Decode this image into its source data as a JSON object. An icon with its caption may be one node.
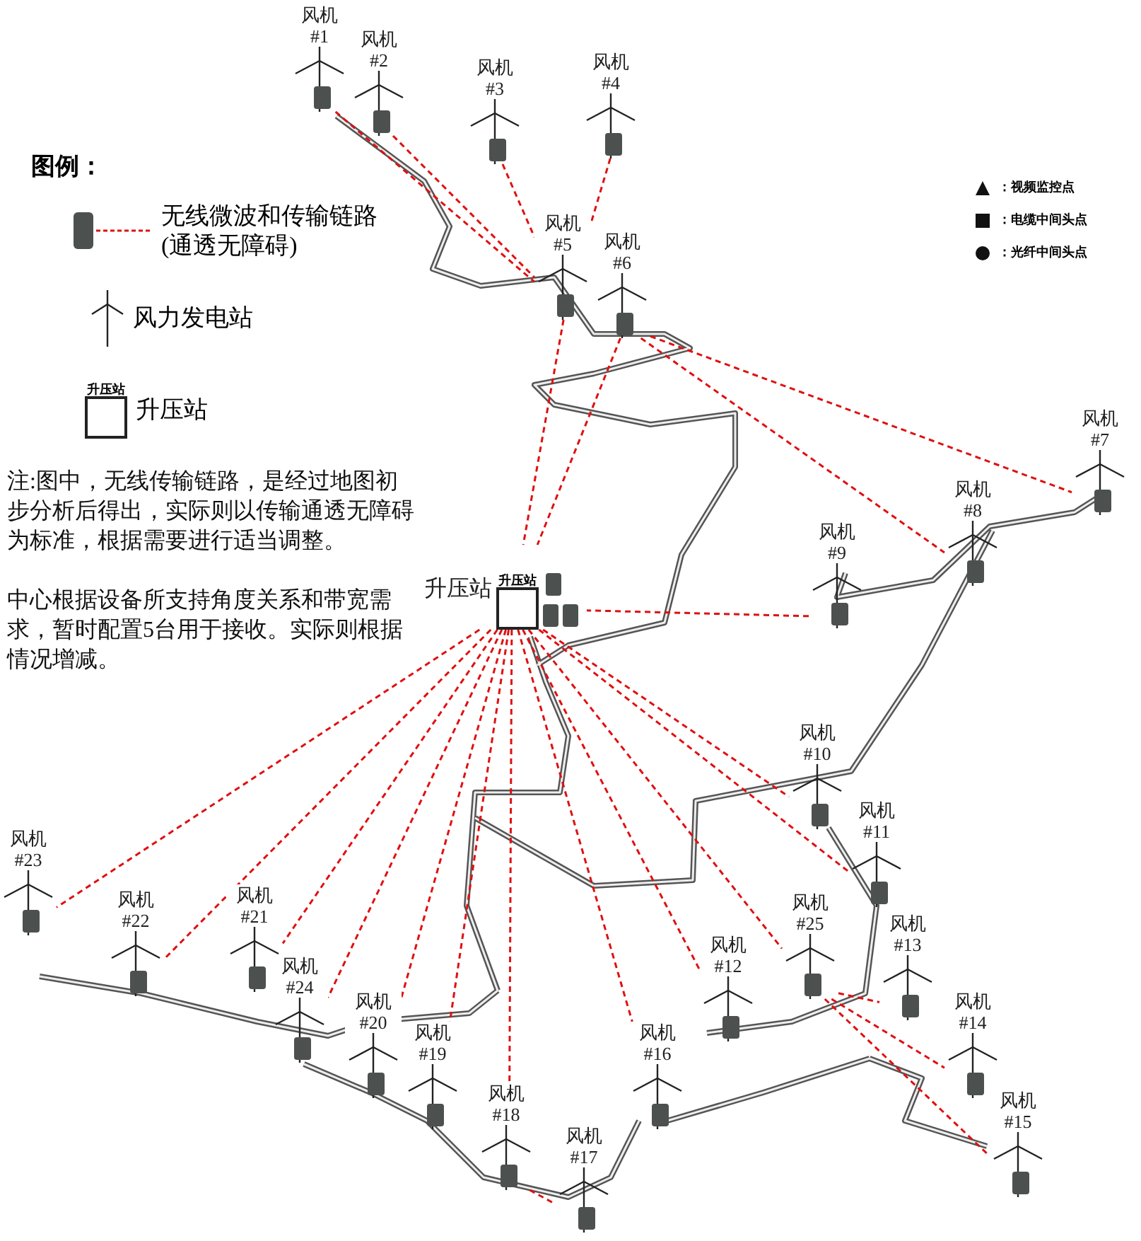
{
  "diagram": {
    "nodes": [
      {
        "text": [
          "风机 #1"
        ]
      },
      {
        "text": [
          "风机 #2"
        ]
      },
      {
        "text": [
          "风机 #3"
        ]
      },
      {
        "text": [
          "风机 #4"
        ]
      },
      {
        "text": [
          "风机 #5"
        ]
      },
      {
        "text": [
          "风机 #6"
        ]
      },
      {
        "text": [
          "风机 #7"
        ]
      },
      {
        "text": [
          "风机 #8"
        ]
      },
      {
        "text": [
          "风机 #9"
        ]
      },
      {
        "text": [
          "升压站",
          "升压站"
        ]
      },
      {
        "text": [
          "风机 #10"
        ]
      },
      {
        "text": [
          "风机 #11"
        ]
      },
      {
        "text": [
          "风机 #12"
        ]
      },
      {
        "text": [
          "风机 #13"
        ]
      },
      {
        "text": [
          "风机 #14"
        ]
      },
      {
        "text": [
          "风机 #15"
        ]
      },
      {
        "text": [
          "风机 #16"
        ]
      },
      {
        "text": [
          "风机 #17"
        ]
      },
      {
        "text": [
          "风机 #18"
        ]
      },
      {
        "text": [
          "风机 #19"
        ]
      },
      {
        "text": [
          "风机 #20"
        ]
      },
      {
        "text": [
          "风机 #21"
        ]
      },
      {
        "text": [
          "风机 #22"
        ]
      },
      {
        "text": [
          "风机 #23"
        ]
      },
      {
        "text": [
          "风机 #24"
        ]
      },
      {
        "text": [
          "风机 #25"
        ]
      }
    ],
    "edges": [
      {
        "from": 0,
        "to": 4,
        "arrow": "none",
        "style": "dashed"
      },
      {
        "from": 1,
        "to": 4,
        "arrow": "none",
        "style": "dashed"
      },
      {
        "from": 2,
        "to": 4,
        "arrow": "none",
        "style": "dashed"
      },
      {
        "from": 3,
        "to": 4,
        "arrow": "none",
        "style": "dashed"
      },
      {
        "from": 4,
        "to": 9,
        "arrow": "none",
        "style": "dashed"
      },
      {
        "from": 5,
        "to": 9,
        "arrow": "none",
        "style": "dashed"
      },
      {
        "from": 5,
        "to": 7,
        "arrow": "none",
        "style": "dashed"
      },
      {
        "from": 5,
        "to": 6,
        "arrow": "none",
        "style": "dashed"
      },
      {
        "from": 8,
        "to": 9,
        "arrow": "none",
        "style": "dashed"
      },
      {
        "from": 9,
        "to": 23,
        "arrow": "none",
        "style": "dashed"
      },
      {
        "from": 9,
        "to": 22,
        "arrow": "none",
        "style": "dashed"
      },
      {
        "from": 9,
        "to": 21,
        "arrow": "none",
        "style": "dashed"
      },
      {
        "from": 9,
        "to": 24,
        "arrow": "none",
        "style": "dashed"
      },
      {
        "from": 9,
        "to": 20,
        "arrow": "none",
        "style": "dashed"
      },
      {
        "from": 9,
        "to": 19,
        "arrow": "none",
        "style": "dashed"
      },
      {
        "from": 9,
        "to": 18,
        "arrow": "none",
        "style": "dashed"
      },
      {
        "from": 9,
        "to": 16,
        "arrow": "none",
        "style": "dashed"
      },
      {
        "from": 9,
        "to": 12,
        "arrow": "none",
        "style": "dashed"
      },
      {
        "from": 9,
        "to": 25,
        "arrow": "none",
        "style": "dashed"
      },
      {
        "from": 9,
        "to": 11,
        "arrow": "none",
        "style": "dashed"
      },
      {
        "from": 9,
        "to": 10,
        "arrow": "none",
        "style": "dashed"
      },
      {
        "from": 25,
        "to": 13,
        "arrow": "none",
        "style": "dashed"
      },
      {
        "from": 25,
        "to": 14,
        "arrow": "none",
        "style": "dashed"
      },
      {
        "from": 25,
        "to": 15,
        "arrow": "none",
        "style": "dashed"
      },
      {
        "from": 18,
        "to": 17,
        "arrow": "none",
        "style": "dashed"
      }
    ],
    "labels": [
      "图例：",
      "升压站",
      "注:图中，无线传输链路，是经过地图初步分析后得出，实际则以传输通透无障碍为标准，根据需要进行适当调整。",
      "中心根据设备所支持角度关系和带宽需求，暂时配置5台用于接收。实际则根据情况增减。"
    ],
    "legend": [
      {
        "text": "无线微波和传输链路 (通透无障碍)"
      },
      {
        "text": "风力发电站"
      },
      {
        "text": "升压站"
      },
      {
        "text": "：视频监控点"
      },
      {
        "text": "：电缆中间头点"
      },
      {
        "text": "：光纤中间头点"
      }
    ]
  }
}
